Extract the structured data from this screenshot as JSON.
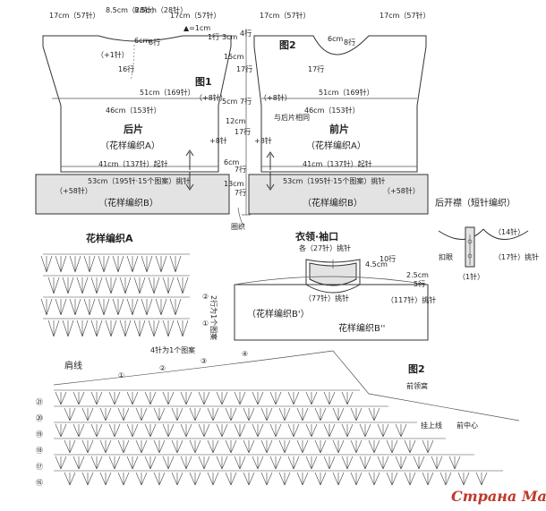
{
  "colors": {
    "ink": "#222222",
    "band": "#e3e3e3",
    "watermark": "#c0392b"
  },
  "back": {
    "fig": "图1",
    "title": "后片",
    "pattern_a": "（花样编织A）",
    "pattern_b": "（花样编织B）",
    "top_left": "17cm（57针）",
    "top_right": "17cm（57针）",
    "neck_l": "8.5cm（28针）",
    "neck_r": "8.5cm（28针）",
    "neck_note": "▲=1cm",
    "neck_row": "1行",
    "neck_dec": "6cm",
    "neck_8": "8行",
    "inc1": "（+1针）",
    "rows16": "16行",
    "w51": "51cm（169针）",
    "plus8": "（+8针）",
    "w46": "46cm（153针）",
    "w41": "41cm（137针）起针",
    "w53": "53cm（195针·15个图案）挑针",
    "plus58": "（+58针）"
  },
  "front": {
    "fig": "图2",
    "title": "前片",
    "pattern_a": "（花样编织A）",
    "pattern_b": "（花样编织B）",
    "top_left": "17cm（57针）",
    "top_right": "17cm（57针）",
    "neck_dec": "6cm",
    "neck_8": "8行",
    "rows17": "17行",
    "w51": "51cm（169针）",
    "plus8": "（+8针）",
    "w46": "46cm（153针）",
    "same": "与后片相同",
    "w41": "41cm（137针）起针",
    "w53": "53cm（195针·15个图案）挑针",
    "plus58": "（+58针）"
  },
  "middle": {
    "m3": "3cm",
    "m3r": "4行",
    "m15": "15cm",
    "m15r": "17行",
    "m5": "5cm",
    "m5r": "7行",
    "m12": "12cm",
    "m12r": "17行",
    "inc8": "+8针",
    "inc8b": "+8针",
    "m6": "6cm",
    "m6r": "7行",
    "m13": "13cm",
    "m13r": "7行",
    "circ": "圈织"
  },
  "placket": {
    "title": "后开襟（短针编织）",
    "s14": "（14针）",
    "s17": "（17针）挑针",
    "s1": "（1针）",
    "button": "扣眼"
  },
  "pattern_a_chart": {
    "title": "花样编织A",
    "rep_rows": "2行为1个图案",
    "rep_sts": "4针为1个图案",
    "row1": "①",
    "row2": "②"
  },
  "collar": {
    "title": "衣领·袖口",
    "sts27": "各（27针）挑针",
    "c45": "4.5cm",
    "c10": "10行",
    "s77": "（77针）挑针",
    "s117": "（117针）挑针",
    "c25": "2.5cm",
    "c5": "5行",
    "pb1": "（花样编织B'）",
    "pb2": "花样编织B''"
  },
  "big_chart": {
    "shoulder": "肩线",
    "fig": "图2",
    "sub": "前领窝",
    "gua": "挂上线",
    "center": "前中心",
    "rows": [
      "㉑",
      "⑳",
      "⑲",
      "⑱",
      "⑰",
      "⑯"
    ],
    "top_rows": [
      "④",
      "③",
      "②",
      "①"
    ]
  },
  "watermark": "Страна Мам"
}
